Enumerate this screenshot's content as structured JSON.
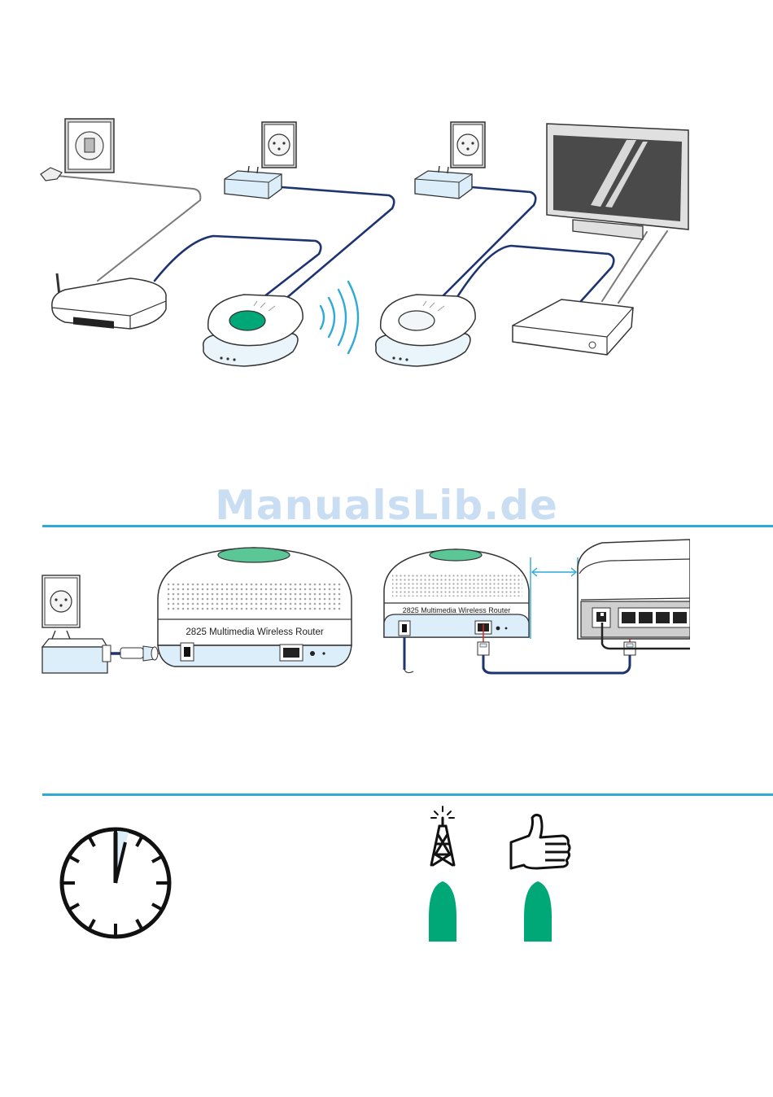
{
  "watermark": {
    "text": "ManualsLib.de"
  },
  "step2": {
    "router_label_left": "2825 Multimedia Wireless Router",
    "router_label_right": "2825 Multimedia Wireless Router"
  },
  "colors": {
    "accent": "#2fa9d6",
    "green": "#00a878",
    "green_light": "#5cc796",
    "cable": "#1e3470",
    "device_fill": "#dceefa",
    "red": "#e2231a",
    "watermark": "#c9def3"
  },
  "icons": [
    "phone-socket-icon",
    "power-socket-icon",
    "power-adapter-icon",
    "dsl-router-icon",
    "wireless-adapter-icon",
    "wifi-waves-icon",
    "tv-icon",
    "set-top-box-icon",
    "clock-icon",
    "antenna-tower-icon",
    "thumbs-up-icon",
    "led-icon"
  ]
}
